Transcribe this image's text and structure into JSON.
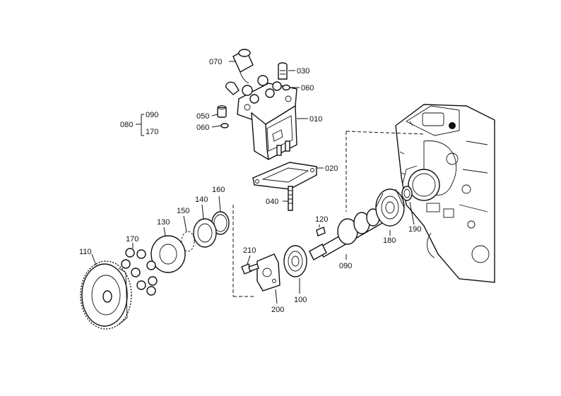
{
  "labels": {
    "p010": "010",
    "p020": "020",
    "p030": "030",
    "p040": "040",
    "p050": "050",
    "p060a": "060",
    "p060b": "060",
    "p070": "070",
    "p080": "080",
    "p090a": "090",
    "p170a": "170",
    "p090b": "090",
    "p100": "100",
    "p110": "110",
    "p120": "120",
    "p130": "130",
    "p140": "140",
    "p150": "150",
    "p160": "160",
    "p170b": "170",
    "p180": "180",
    "p190": "190",
    "p200": "200",
    "p210": "210"
  }
}
